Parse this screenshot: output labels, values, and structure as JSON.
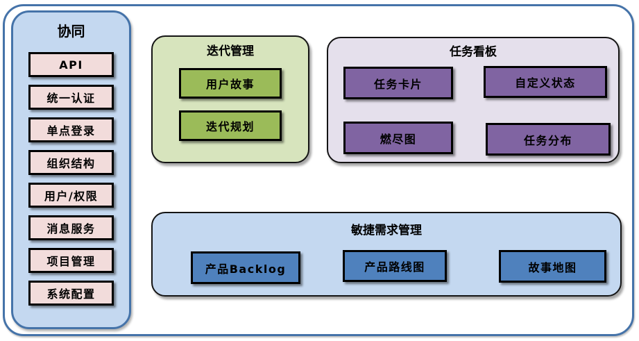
{
  "colors": {
    "frame-border": "#4573a9",
    "sidebar-bg": "#c4d8f0",
    "sidebar-item-bg": "#f2dcdb",
    "green-panel-bg": "#d7e4bd",
    "green-item-bg": "#9bbb59",
    "purple-panel-bg": "#e5e0ec",
    "purple-item-bg": "#8064a2",
    "blue-panel-bg": "#c4d8f0",
    "blue-item-bg": "#4f81bd",
    "item-border": "#000000",
    "text": "#000000"
  },
  "panels": {
    "collaboration": {
      "title": "协同",
      "items": [
        "API",
        "统一认证",
        "单点登录",
        "组织结构",
        "用户/权限",
        "消息服务",
        "项目管理",
        "系统配置"
      ]
    },
    "iteration": {
      "title": "迭代管理",
      "items": [
        "用户故事",
        "迭代规划"
      ]
    },
    "kanban": {
      "title": "任务看板",
      "items": [
        "任务卡片",
        "自定义状态",
        "燃尽图",
        "任务分布"
      ]
    },
    "requirements": {
      "title": "敏捷需求管理",
      "items": [
        "产品Backlog",
        "产品路线图",
        "故事地图"
      ]
    }
  }
}
